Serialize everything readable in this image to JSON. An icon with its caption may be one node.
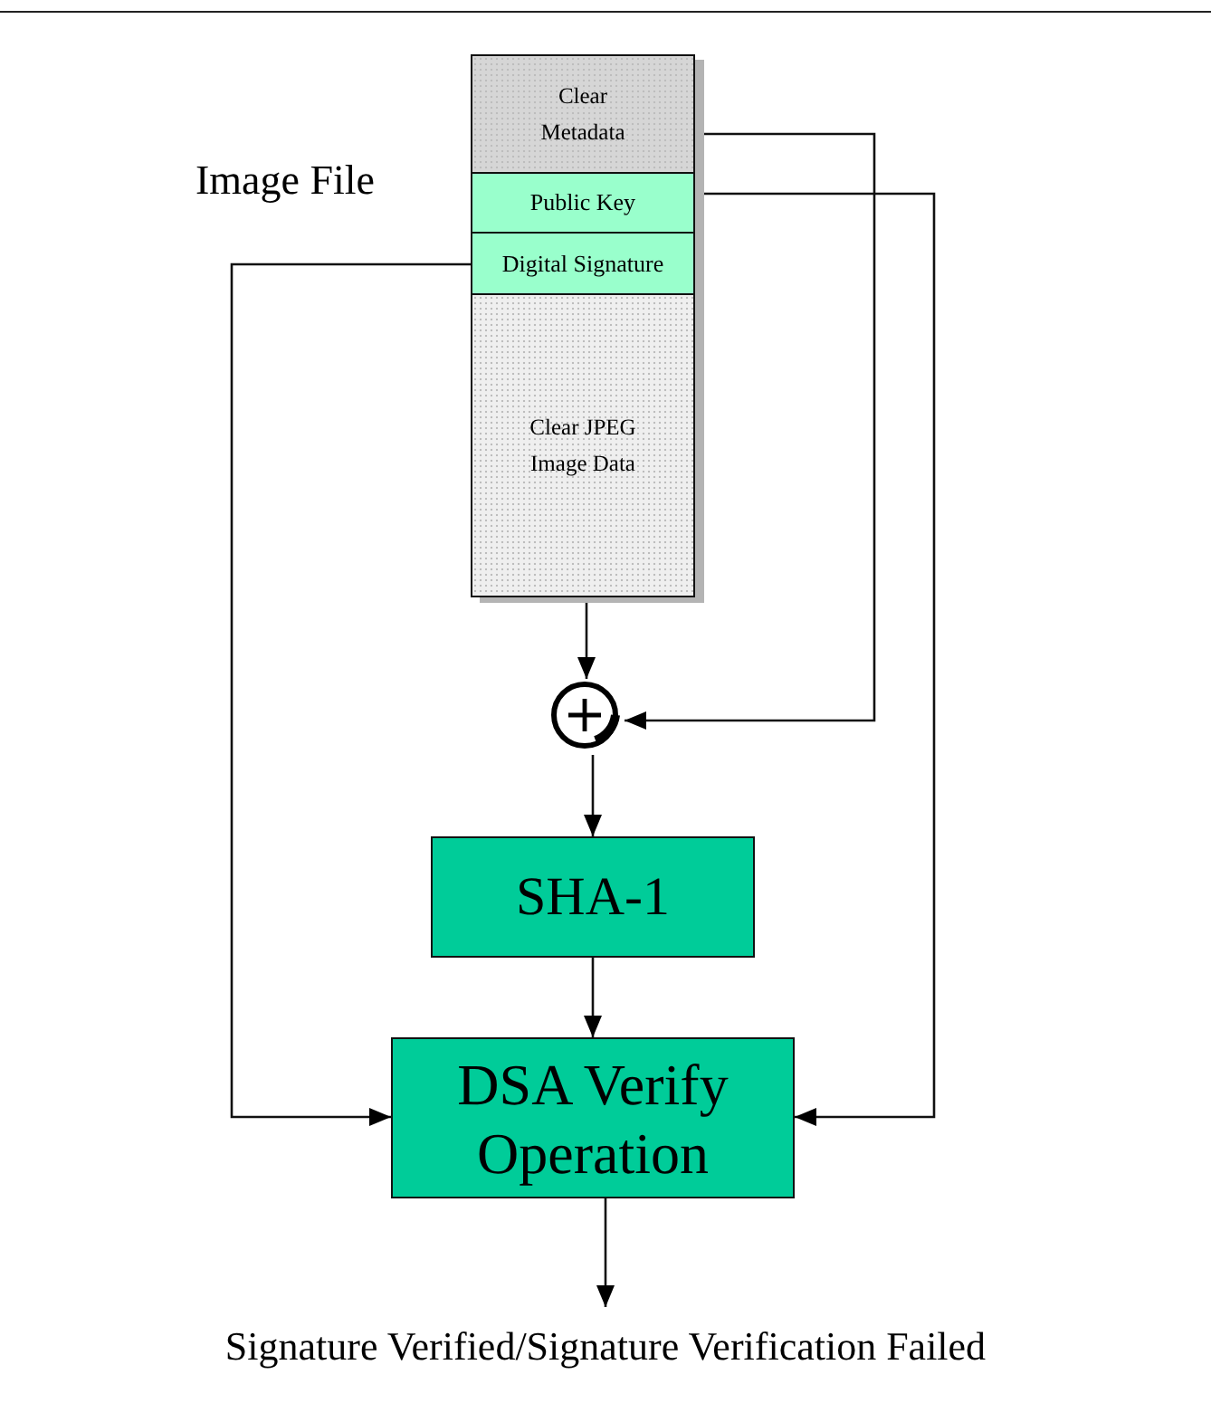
{
  "diagram": {
    "nodes": [
      {
        "text": [
          "Image File"
        ]
      },
      {
        "text": [
          "Clear Metadata"
        ],
        "in": 0
      },
      {
        "text": [
          "Public Key"
        ],
        "in": 0
      },
      {
        "text": [
          "Digital Signature"
        ],
        "in": 0
      },
      {
        "text": [
          "Clear JPEG Image Data"
        ],
        "in": 0
      },
      {
        "text": [],
        "shape": "circle"
      },
      {
        "text": [
          "SHA-1"
        ]
      },
      {
        "text": [
          "DSA Verify Operation"
        ]
      },
      {
        "text": [
          "Signature Verified/Signature Verification Failed"
        ]
      }
    ],
    "edges": [
      {
        "from": 4,
        "to": 5,
        "arrow": "to"
      },
      {
        "from": 1,
        "to": 5,
        "arrow": "to"
      },
      {
        "from": 2,
        "to": 7,
        "arrow": "to"
      },
      {
        "from": 3,
        "to": 7,
        "arrow": "to"
      },
      {
        "from": 5,
        "to": 6,
        "arrow": "to"
      },
      {
        "from": 6,
        "to": 7,
        "arrow": "to"
      },
      {
        "from": 7,
        "to": 8,
        "arrow": "to"
      }
    ]
  }
}
